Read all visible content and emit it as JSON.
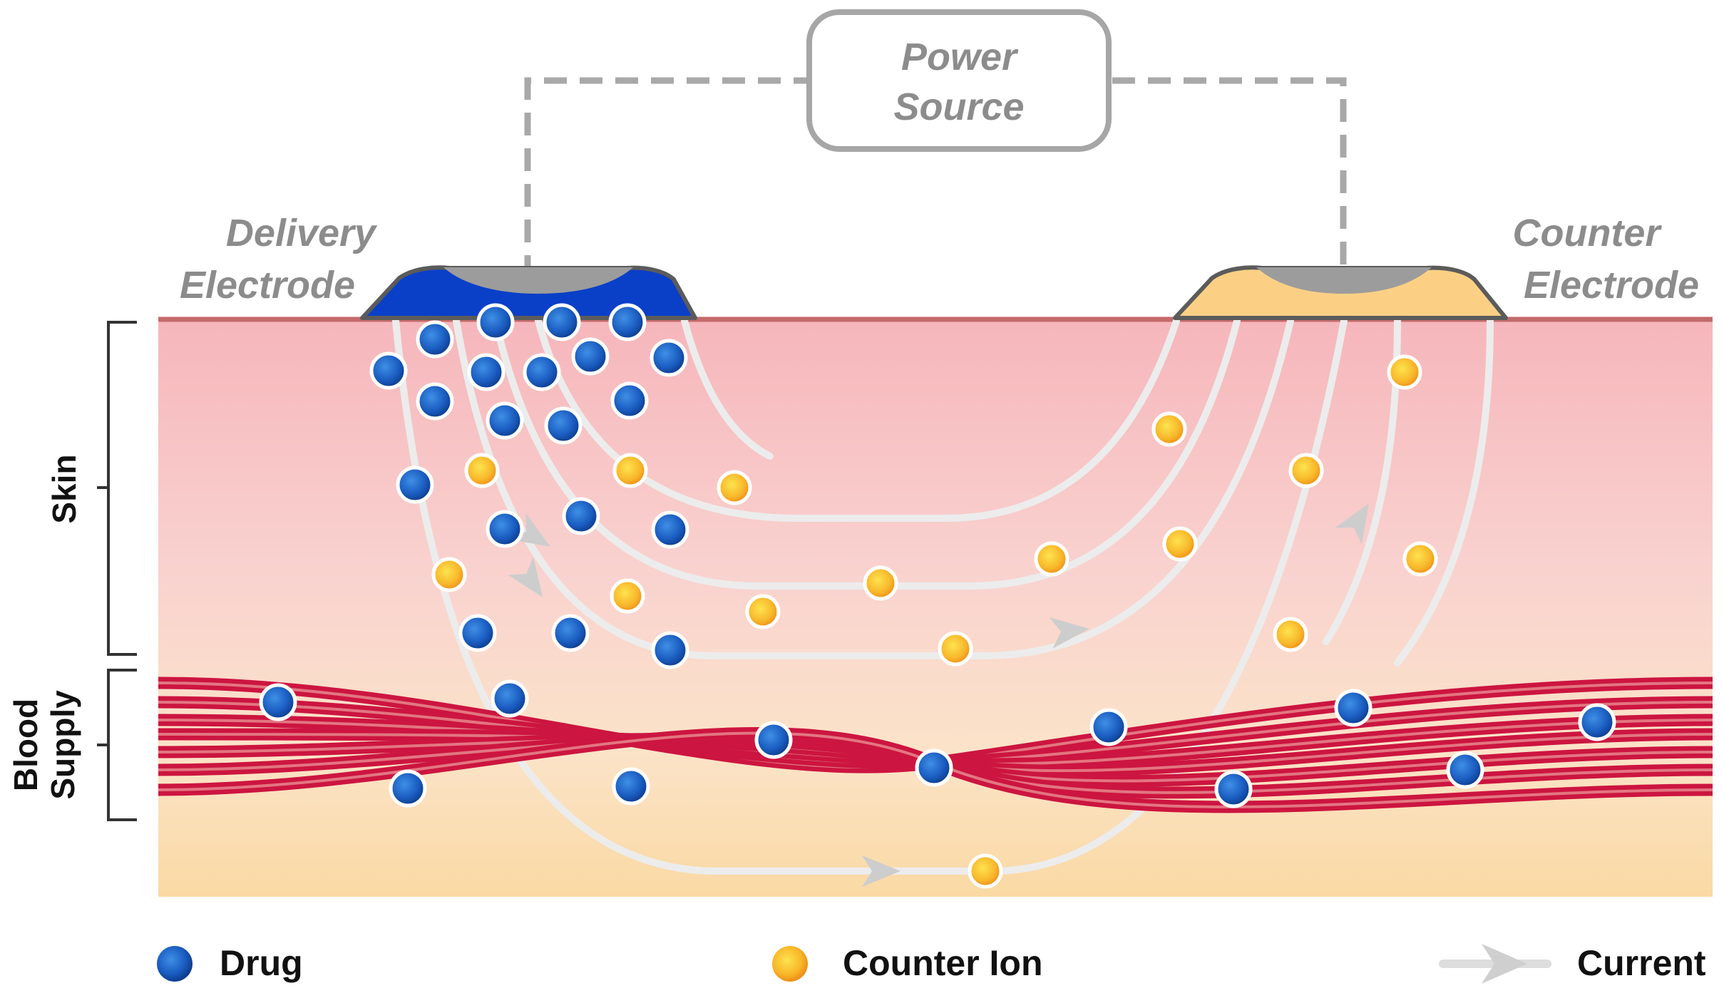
{
  "power_source": {
    "line1": "Power",
    "line2": "Source"
  },
  "electrodes": {
    "delivery": {
      "line1": "Delivery",
      "line2": "Electrode",
      "color": "#0a3fc8"
    },
    "counter": {
      "line1": "Counter",
      "line2": "Electrode",
      "color": "#fbd084"
    }
  },
  "regions": {
    "skin": "Skin",
    "blood_line1": "Blood",
    "blood_line2": "Supply"
  },
  "legend": {
    "drug": "Drug",
    "counter_ion": "Counter Ion",
    "current": "Current"
  },
  "colors": {
    "drug": "#1a63c0",
    "counter_ion": "#f6a31d",
    "blood_vessel": "#cc1540",
    "skin_top": "#f6b8bd",
    "skin_bottom": "#fbe4c0",
    "surface_line": "#c46a6a",
    "current_path": "#e8e8e8"
  }
}
